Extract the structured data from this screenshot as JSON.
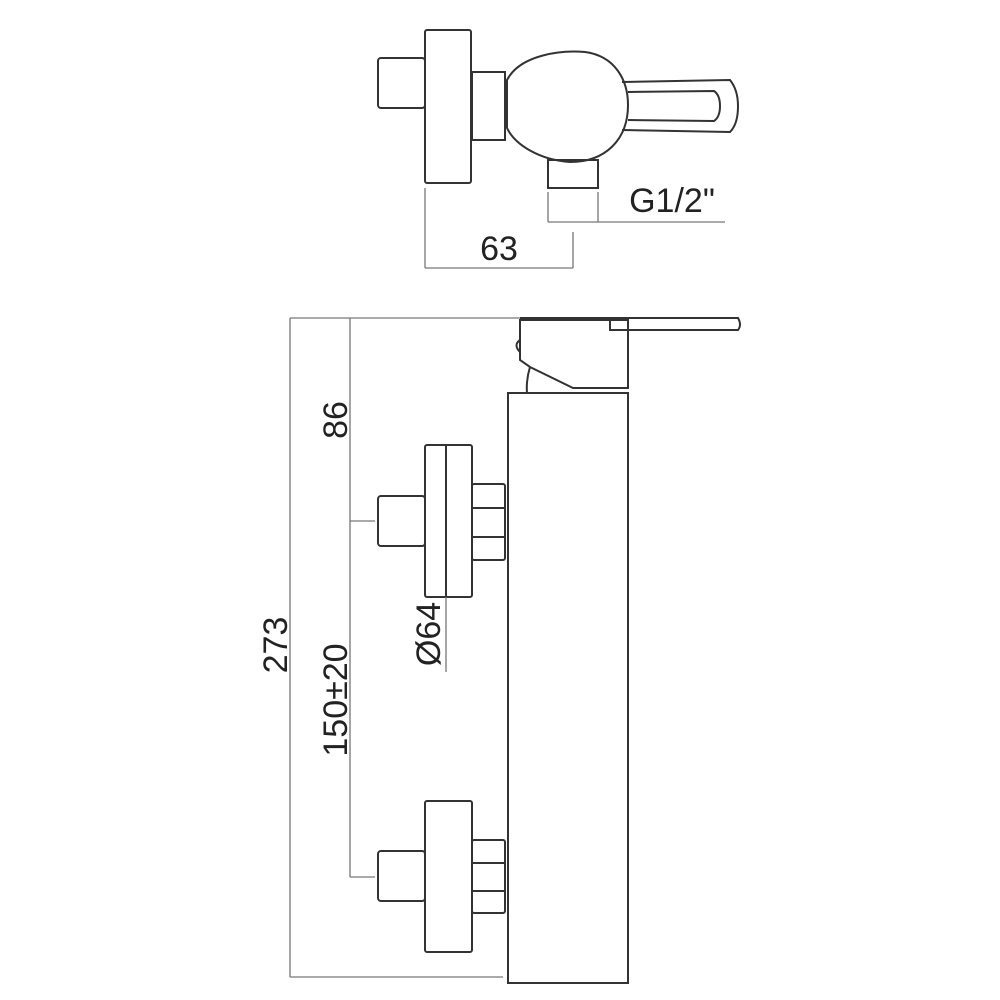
{
  "dimensions": {
    "depth": "63",
    "outlet_thread": "G1/2\"",
    "lever_height": "86",
    "inlet_spacing": "150±20",
    "total_height": "273",
    "flange_diameter": "Ø64"
  },
  "colors": {
    "line": "#333333",
    "dimension_line": "#777777",
    "background": "#ffffff"
  }
}
